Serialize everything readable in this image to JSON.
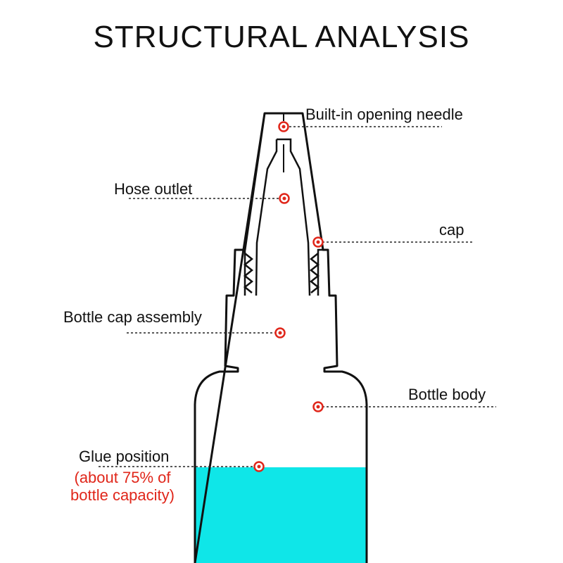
{
  "title": "STRUCTURAL ANALYSIS",
  "labels": {
    "needle": "Built-in opening needle",
    "hose": "Hose outlet",
    "cap": "cap",
    "assembly": "Bottle cap assembly",
    "body": "Bottle body",
    "glue": "Glue position",
    "glue_note_1": "(about 75% of",
    "glue_note_2": "bottle capacity)"
  },
  "colors": {
    "outline": "#111111",
    "glue": "#0fe6e8",
    "marker": "#e0261a",
    "note": "#e0261a"
  },
  "glue_fill_percent": 75
}
